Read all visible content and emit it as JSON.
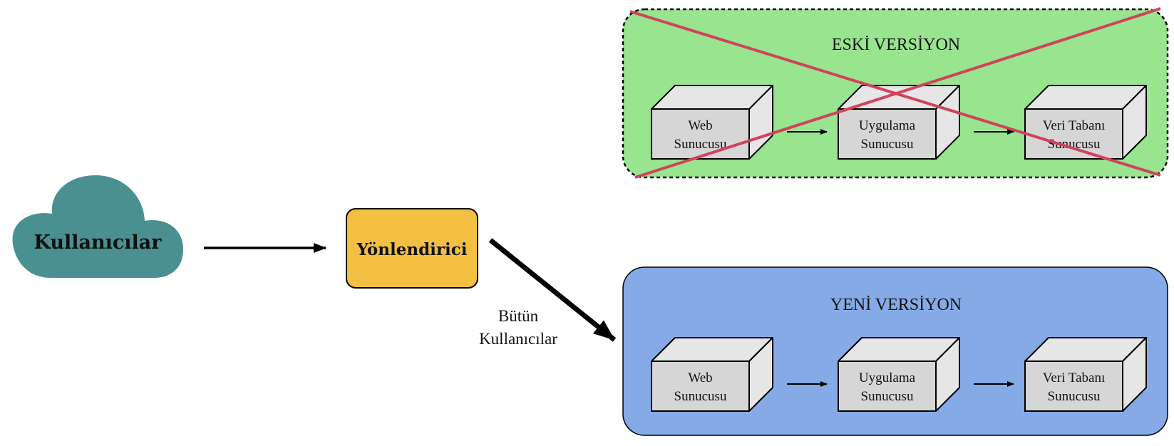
{
  "colors": {
    "cloud": "#4a9090",
    "router": "#f4c044",
    "old_group": "#98e48f",
    "new_group": "#85aae6",
    "server_front": "#d6d6d6",
    "server_side": "#e6e6e6",
    "cross": "#d0435a"
  },
  "users": {
    "label": "Kullanıcılar"
  },
  "router": {
    "label": "Yönlendirici"
  },
  "edge_label": {
    "line1": "Bütün",
    "line2": "Kullanıcılar"
  },
  "old_version": {
    "title": "ESKİ VERSİYON",
    "crossed_out": true,
    "servers": [
      {
        "line1": "Web",
        "line2": "Sunucusu"
      },
      {
        "line1": "Uygulama",
        "line2": "Sunucusu"
      },
      {
        "line1": "Veri Tabanı",
        "line2": "Sunucusu"
      }
    ]
  },
  "new_version": {
    "title": "YENİ VERSİYON",
    "servers": [
      {
        "line1": "Web",
        "line2": "Sunucusu"
      },
      {
        "line1": "Uygulama",
        "line2": "Sunucusu"
      },
      {
        "line1": "Veri Tabanı",
        "line2": "Sunucusu"
      }
    ]
  }
}
